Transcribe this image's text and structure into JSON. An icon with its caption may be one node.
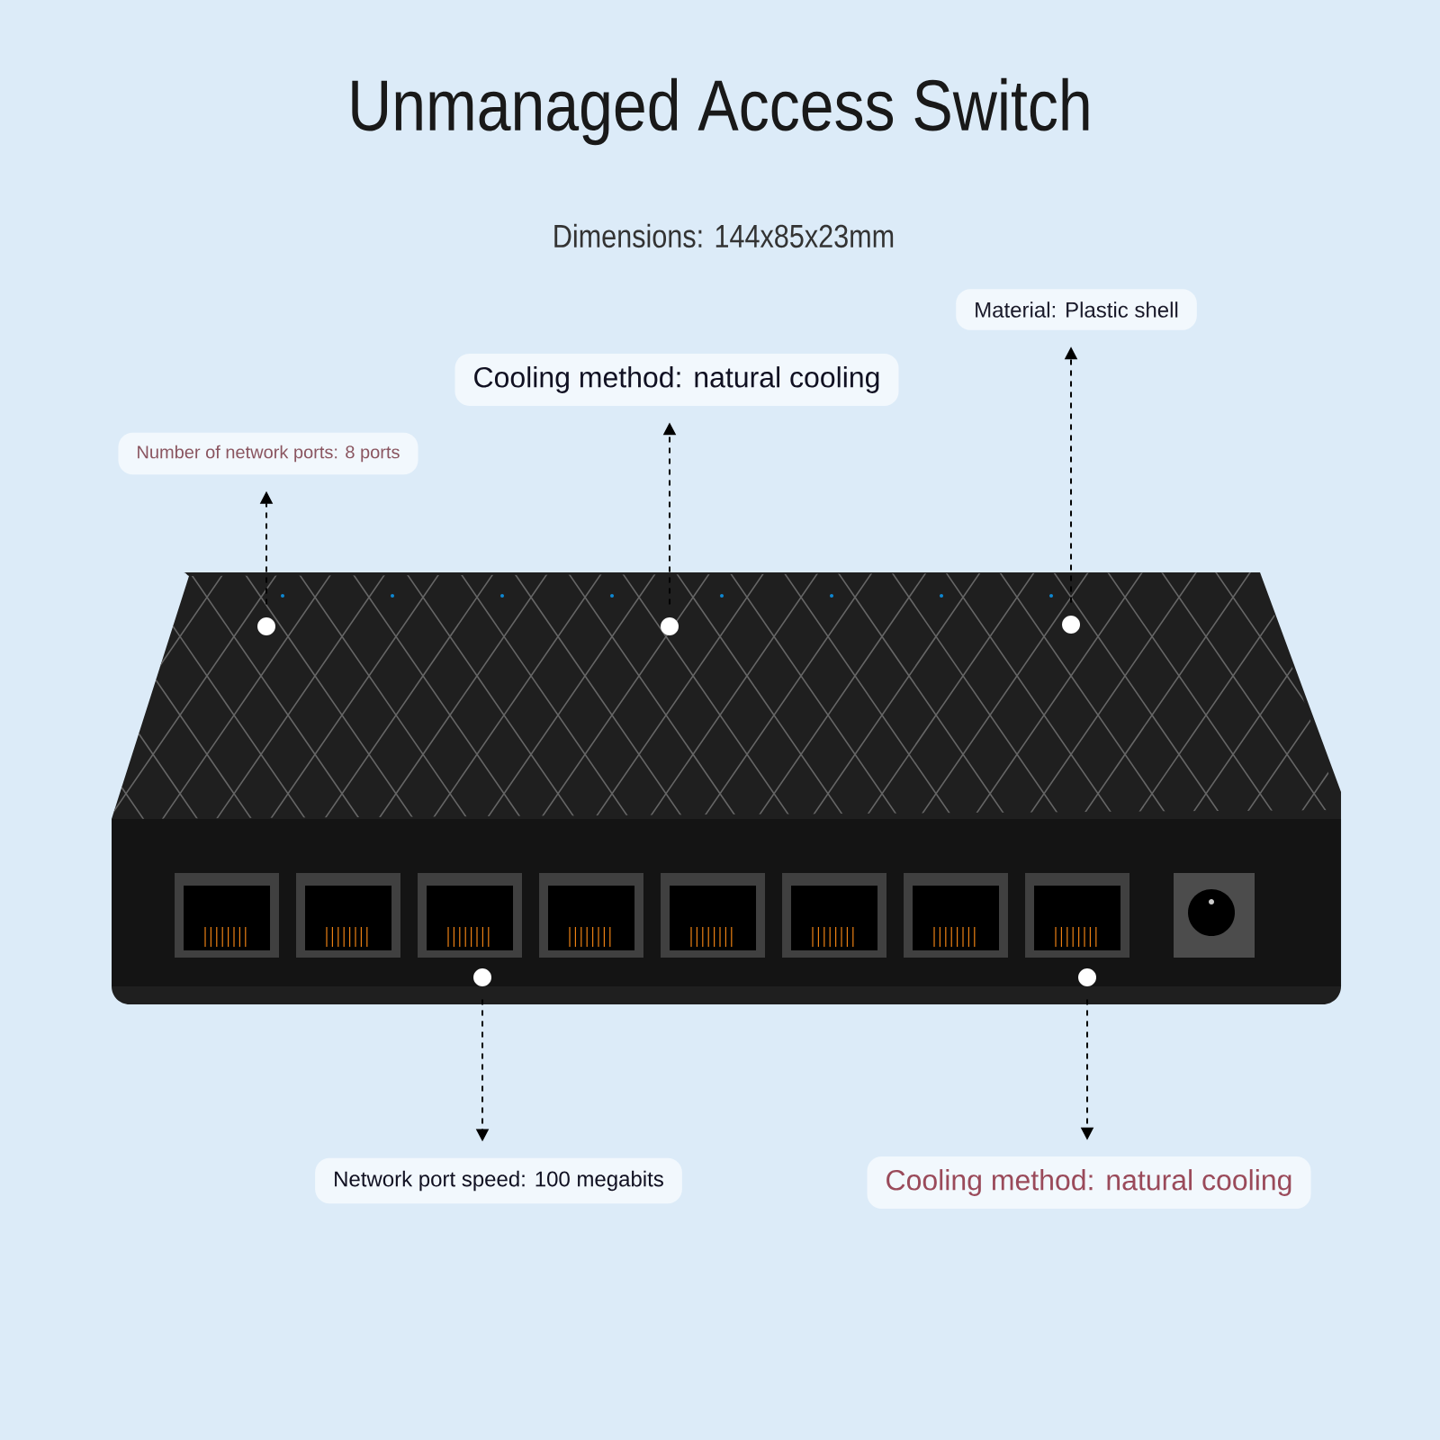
{
  "diagram": {
    "title": "Unmanaged Access Switch",
    "nodes": [
      {
        "text": [
          "Material: Plastic shell"
        ]
      },
      {
        "text": [
          "Cooling method: natural cooling"
        ]
      },
      {
        "text": [
          "Number of network ports: 8 ports"
        ]
      },
      {
        "text": [],
        "shape": "circle"
      },
      {
        "text": [],
        "shape": "circle"
      },
      {
        "text": [],
        "shape": "circle"
      },
      {
        "text": [],
        "shape": "circle"
      },
      {
        "text": [],
        "shape": "circle"
      },
      {
        "text": [
          "Network port speed: 100 megabits"
        ]
      },
      {
        "text": [
          "Cooling method: natural cooling"
        ]
      }
    ],
    "edges": [
      {
        "from": 3,
        "to": 2,
        "arrow": "to"
      },
      {
        "from": 4,
        "to": 1,
        "arrow": "to"
      },
      {
        "from": 5,
        "to": 0,
        "arrow": "to"
      },
      {
        "from": 6,
        "to": 8,
        "arrow": "to"
      },
      {
        "from": 7,
        "to": 9,
        "arrow": "to"
      }
    ],
    "labels": [
      "Dimensions: 144x85x23mm"
    ]
  }
}
